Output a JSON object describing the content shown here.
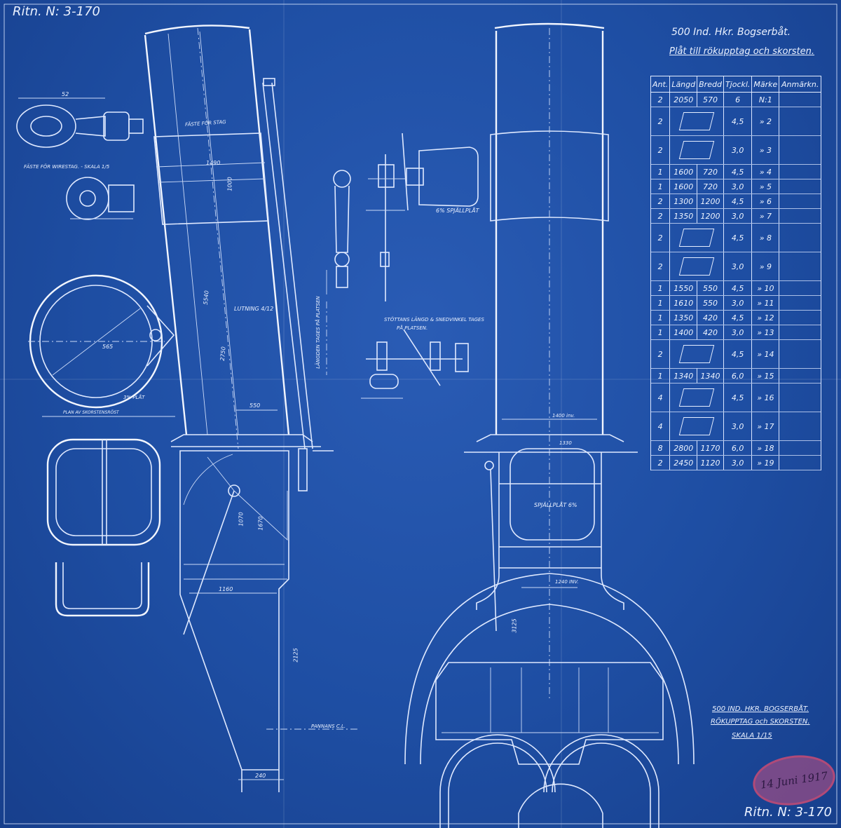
{
  "drawing_no": "Ritn. N: 3-170",
  "header": {
    "title": "500 Ind. Hkr. Bogserbåt.",
    "subtitle": "Plåt till rökupptag och skorsten."
  },
  "table": {
    "headers": [
      "Ant.",
      "Längd",
      "Bredd",
      "Tjockl.",
      "Märke",
      "Anmärkn."
    ],
    "rows": [
      {
        "ant": "2",
        "langd": "2050",
        "bredd": "570",
        "tjockl": "6",
        "marke": "N:1",
        "tall": false
      },
      {
        "ant": "2",
        "langd": "",
        "bredd": "",
        "tjockl": "4,5",
        "marke": "» 2",
        "tall": true
      },
      {
        "ant": "2",
        "langd": "",
        "bredd": "",
        "tjockl": "3,0",
        "marke": "» 3",
        "tall": true
      },
      {
        "ant": "1",
        "langd": "1600",
        "bredd": "720",
        "tjockl": "4,5",
        "marke": "» 4",
        "tall": false
      },
      {
        "ant": "1",
        "langd": "1600",
        "bredd": "720",
        "tjockl": "3,0",
        "marke": "» 5",
        "tall": false
      },
      {
        "ant": "2",
        "langd": "1300",
        "bredd": "1200",
        "tjockl": "4,5",
        "marke": "» 6",
        "tall": false
      },
      {
        "ant": "2",
        "langd": "1350",
        "bredd": "1200",
        "tjockl": "3,0",
        "marke": "» 7",
        "tall": false
      },
      {
        "ant": "2",
        "langd": "",
        "bredd": "",
        "tjockl": "4,5",
        "marke": "» 8",
        "tall": true
      },
      {
        "ant": "2",
        "langd": "",
        "bredd": "",
        "tjockl": "3,0",
        "marke": "» 9",
        "tall": true
      },
      {
        "ant": "1",
        "langd": "1550",
        "bredd": "550",
        "tjockl": "4,5",
        "marke": "» 10",
        "tall": false
      },
      {
        "ant": "1",
        "langd": "1610",
        "bredd": "550",
        "tjockl": "3,0",
        "marke": "» 11",
        "tall": false
      },
      {
        "ant": "1",
        "langd": "1350",
        "bredd": "420",
        "tjockl": "4,5",
        "marke": "» 12",
        "tall": false
      },
      {
        "ant": "1",
        "langd": "1400",
        "bredd": "420",
        "tjockl": "3,0",
        "marke": "» 13",
        "tall": false
      },
      {
        "ant": "2",
        "langd": "",
        "bredd": "",
        "tjockl": "4,5",
        "marke": "» 14",
        "tall": true
      },
      {
        "ant": "1",
        "langd": "1340",
        "bredd": "1340",
        "tjockl": "6,0",
        "marke": "» 15",
        "tall": false
      },
      {
        "ant": "4",
        "langd": "",
        "bredd": "",
        "tjockl": "4,5",
        "marke": "» 16",
        "tall": true
      },
      {
        "ant": "4",
        "langd": "",
        "bredd": "",
        "tjockl": "3,0",
        "marke": "» 17",
        "tall": true
      },
      {
        "ant": "8",
        "langd": "2800",
        "bredd": "1170",
        "tjockl": "6,0",
        "marke": "» 18",
        "tall": false
      },
      {
        "ant": "2",
        "langd": "2450",
        "bredd": "1120",
        "tjockl": "3,0",
        "marke": "» 19",
        "tall": false
      }
    ]
  },
  "title_block": {
    "line1": "500 IND. HKR. BOGSERBÅT.",
    "line2": "RÖKUPPTAG och SKORSTEN.",
    "line3": "SKALA 1/15"
  },
  "stamp": {
    "date": "14 Juni 1917"
  },
  "labels": {
    "fastewinch": "FÄSTE FÖR WIRESTAG. - SKALA 1/5",
    "plan": "PLAN AV SKORSTENSRÖST",
    "plat3": "3% PLÅT",
    "fastestag": "FÄSTE FÖR STAG",
    "lutning": "LUTNING 4/12",
    "spjallplat_small": "6% SPJÄLLPLÅT",
    "stottans": "STÖTTANS LÄNGD & SNEDVINKEL TAGES",
    "stottans2": "PÅ PLATSEN.",
    "langden": "LÄNGDEN TAGES PÅ PLATSEN",
    "spjallplat": "SPJÄLLPLÅT 6%",
    "dim_1400": "1400 inv.",
    "dim_1240": "1240 INV.",
    "dim_1330": "1330",
    "dim_1160": "1160",
    "dim_550": "550",
    "dim_240": "240",
    "dim_1490": "1490",
    "dim_1000": "1000",
    "dim_5540": "5540",
    "dim_2750": "2750",
    "dim_2125": "2125",
    "dim_3125": "3125",
    "dim_1670": "1670",
    "dim_1070": "1070",
    "dim_52": "52",
    "dim_565": "565",
    "pannans": "PANNANS C.L."
  }
}
